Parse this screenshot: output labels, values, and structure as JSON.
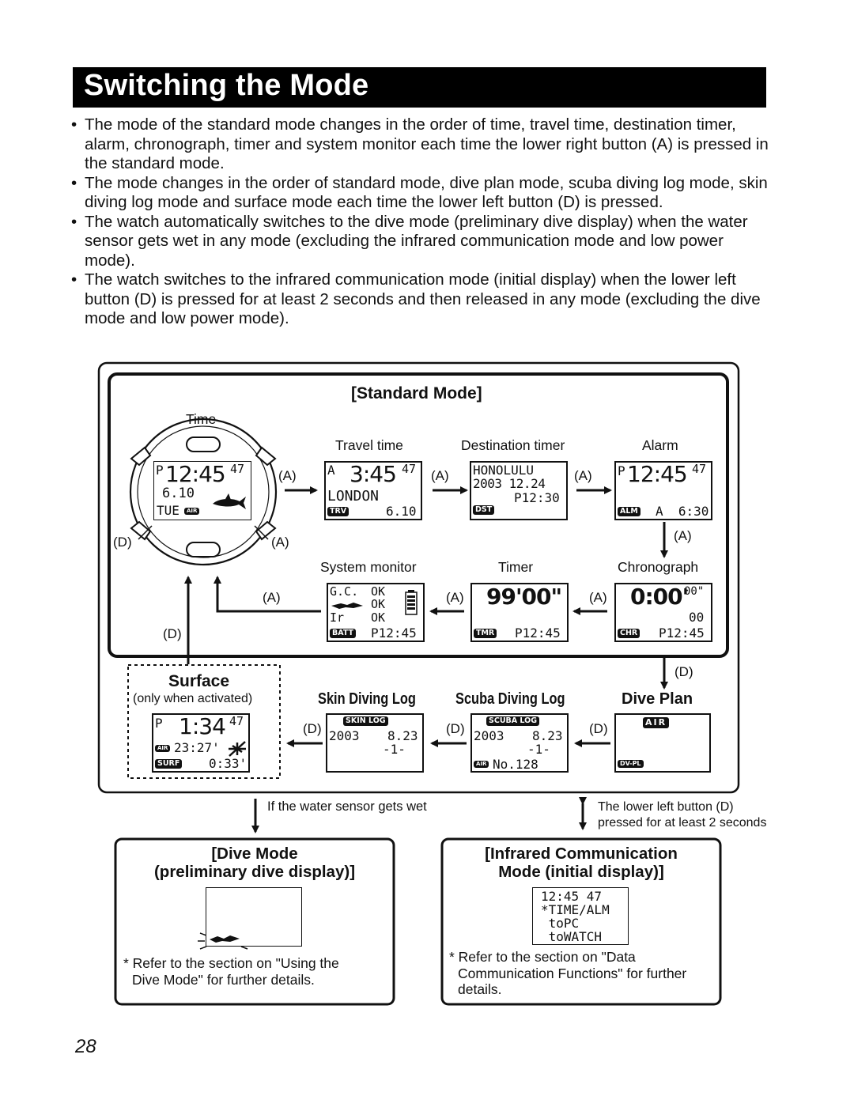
{
  "page": {
    "title": "Switching the Mode",
    "bullets": [
      "The mode of the standard mode changes in the order of time, travel time, destination timer, alarm, chronograph, timer and system monitor each time the lower right button (A) is pressed in the standard mode.",
      "The mode changes in the order of standard mode, dive plan mode, scuba diving log mode, skin diving log mode and surface mode each time the lower left button (D) is pressed.",
      "The watch automatically switches to the dive mode (preliminary dive display) when the water sensor gets wet in any mode (excluding the infrared communication mode and low power mode).",
      "The watch switches to the infrared communication mode (initial display) when the lower left button (D) is pressed for at least 2 seconds and then released in any mode (excluding the dive mode and low power mode)."
    ],
    "page_number": "28"
  },
  "diagram": {
    "standard_mode_title": "[Standard Mode]",
    "button_a": "(A)",
    "button_d": "(D)",
    "time": {
      "label": "Time",
      "ampm": "P",
      "hm": "12:45",
      "sec": "47",
      "date": "6.10",
      "day": "TUE",
      "air_badge": "AIR"
    },
    "travel_time": {
      "label": "Travel time",
      "line1_prefix": "A",
      "hm": "3:45",
      "sec": "47",
      "city": "LONDON",
      "badge": "TRV",
      "date": "6.10"
    },
    "destination_timer": {
      "label": "Destination timer",
      "city": "HONOLULU",
      "date": "2003 12.24",
      "time": "P12:30",
      "badge": "DST"
    },
    "alarm": {
      "label": "Alarm",
      "ampm": "P",
      "hm": "12:45",
      "sec": "47",
      "badge": "ALM",
      "alarm_time": "A  6:30"
    },
    "system_monitor": {
      "label": "System monitor",
      "rows": [
        {
          "k": "G.C.",
          "v": "OK"
        },
        {
          "k": "",
          "v": "OK"
        },
        {
          "k": "Ir",
          "v": "OK"
        }
      ],
      "badge": "BATT",
      "time": "P12:45"
    },
    "timer": {
      "label": "Timer",
      "value": "99'00\"",
      "badge": "TMR",
      "time": "P12:45"
    },
    "chronograph": {
      "label": "Chronograph",
      "value": "0:00'",
      "hundredths": "00\"",
      "laps": "00",
      "badge": "CHR",
      "time": "P12:45"
    },
    "surface": {
      "label": "Surface",
      "note": "(only when activated)",
      "ampm": "P",
      "hm": "1:34",
      "sec": "47",
      "air_badge": "AIR",
      "interval": "23:27'",
      "badge": "SURF",
      "elapsed": "0:33'"
    },
    "skin_log": {
      "label": "Skin Diving Log",
      "badge": "SKIN LOG",
      "year": "2003",
      "date": "8.23",
      "index": "-1-"
    },
    "scuba_log": {
      "label": "Scuba Diving Log",
      "badge": "SCUBA LOG",
      "year": "2003",
      "date": "8.23",
      "index": "-1-",
      "air_badge": "AIR",
      "number": "No.128"
    },
    "dive_plan": {
      "label": "Dive Plan",
      "badge": "AIR",
      "foot_badge": "DV-PL"
    },
    "water_sensor_note": "If the water sensor gets wet",
    "lower_left_note": [
      "The lower left button (D)",
      "pressed for at least 2 seconds"
    ],
    "dive_mode": {
      "title": [
        "[Dive Mode",
        "(preliminary dive display)]"
      ],
      "note": [
        "* Refer to the section on \"Using the",
        "Dive Mode\" for further details."
      ]
    },
    "infrared_mode": {
      "title": [
        "[Infrared Communication",
        "Mode (initial display)]"
      ],
      "screen": [
        "12:45 47",
        "*TIME/ALM",
        " toPC",
        " toWATCH"
      ],
      "note": [
        "* Refer to the section on \"Data",
        "Communication Functions\" for further",
        "details."
      ]
    }
  }
}
